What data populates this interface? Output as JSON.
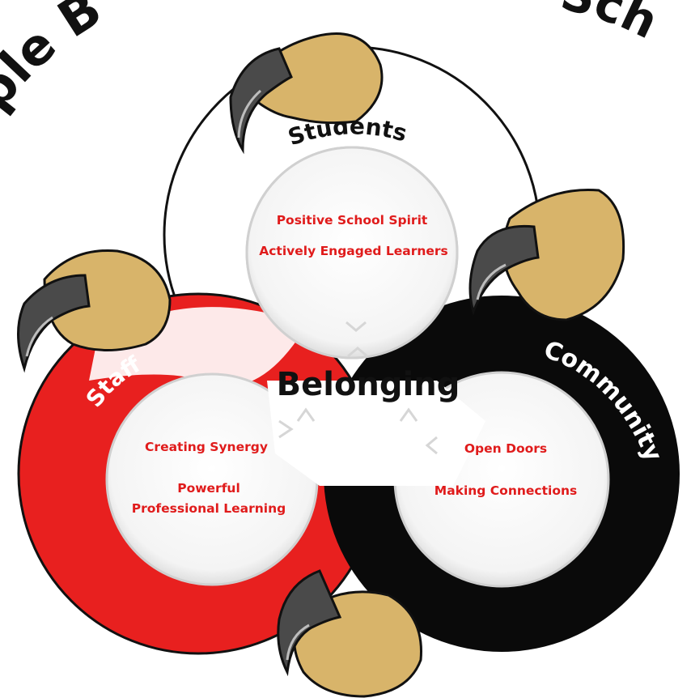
{
  "header_arc": {
    "left": "ple B",
    "right": "Sch"
  },
  "center": {
    "word": "Belonging"
  },
  "rings": {
    "students": {
      "label": "Students",
      "items": [
        "Positive School Spirit",
        "Actively Engaged Learners"
      ],
      "color": "#ffffff"
    },
    "staff": {
      "label": "Staff",
      "items": [
        "Creating Synergy",
        "Powerful",
        "Professional Learning"
      ],
      "color": "#e8201f"
    },
    "community": {
      "label": "Community",
      "items": [
        "Open Doors",
        "Making Connections"
      ],
      "color": "#0a0a0a"
    }
  },
  "colors": {
    "accent_red": "#e01b1b",
    "claw": "#d8b46a",
    "talon": "#4a4a4a"
  }
}
